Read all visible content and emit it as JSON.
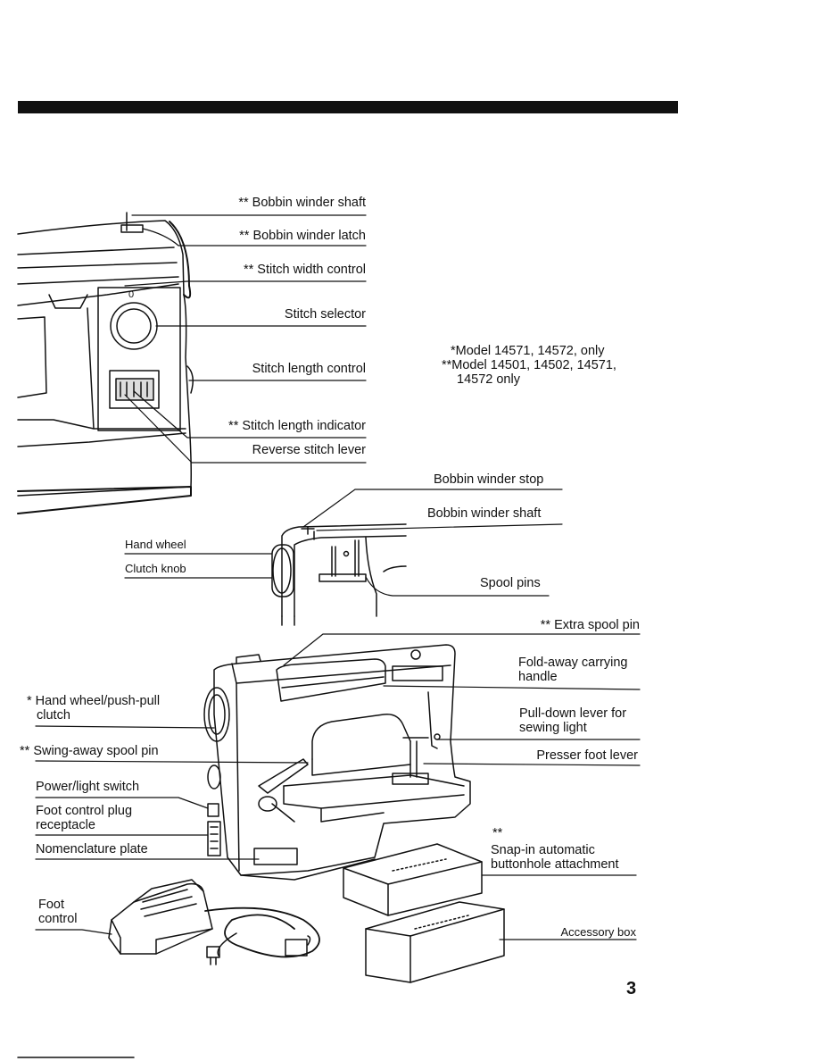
{
  "page": {
    "number": "3"
  },
  "top_machine_labels": {
    "bobbin_winder_shaft": "** Bobbin winder shaft",
    "bobbin_winder_latch": "** Bobbin winder latch",
    "stitch_width_control": "** Stitch width control",
    "stitch_selector": "Stitch selector",
    "stitch_length_control": "Stitch length control",
    "stitch_length_indicator": "** Stitch length indicator",
    "reverse_stitch_lever": "Reverse stitch lever",
    "dial_mark": "0"
  },
  "model_notes": {
    "line1": "*Model 14571, 14572, only",
    "line2": "**Model 14501, 14502, 14571,",
    "line3": "14572 only"
  },
  "middle_labels": {
    "bobbin_winder_stop": "Bobbin winder stop",
    "bobbin_winder_shaft": "Bobbin winder shaft",
    "hand_wheel": "Hand wheel",
    "clutch_knob": "Clutch knob",
    "spool_pins": "Spool pins"
  },
  "bottom_labels": {
    "extra_spool_pin": "** Extra spool pin",
    "fold_away_handle_1": "Fold-away carrying",
    "fold_away_handle_2": "handle",
    "hand_wheel_clutch_1": "* Hand wheel/push-pull",
    "hand_wheel_clutch_2": "clutch",
    "pull_down_lever_1": "Pull-down lever for",
    "pull_down_lever_2": "sewing light",
    "swing_away_spool_pin": "** Swing-away spool pin",
    "presser_foot_lever": "Presser foot lever",
    "power_light_switch": "Power/light switch",
    "foot_control_plug_1": "Foot control plug",
    "foot_control_plug_2": "receptacle",
    "nomenclature_plate": "Nomenclature plate",
    "buttonhole_stars": "**",
    "buttonhole_1": "Snap-in automatic",
    "buttonhole_2": "buttonhole attachment",
    "foot_control_1": "Foot",
    "foot_control_2": "control",
    "accessory_box": "Accessory box"
  }
}
